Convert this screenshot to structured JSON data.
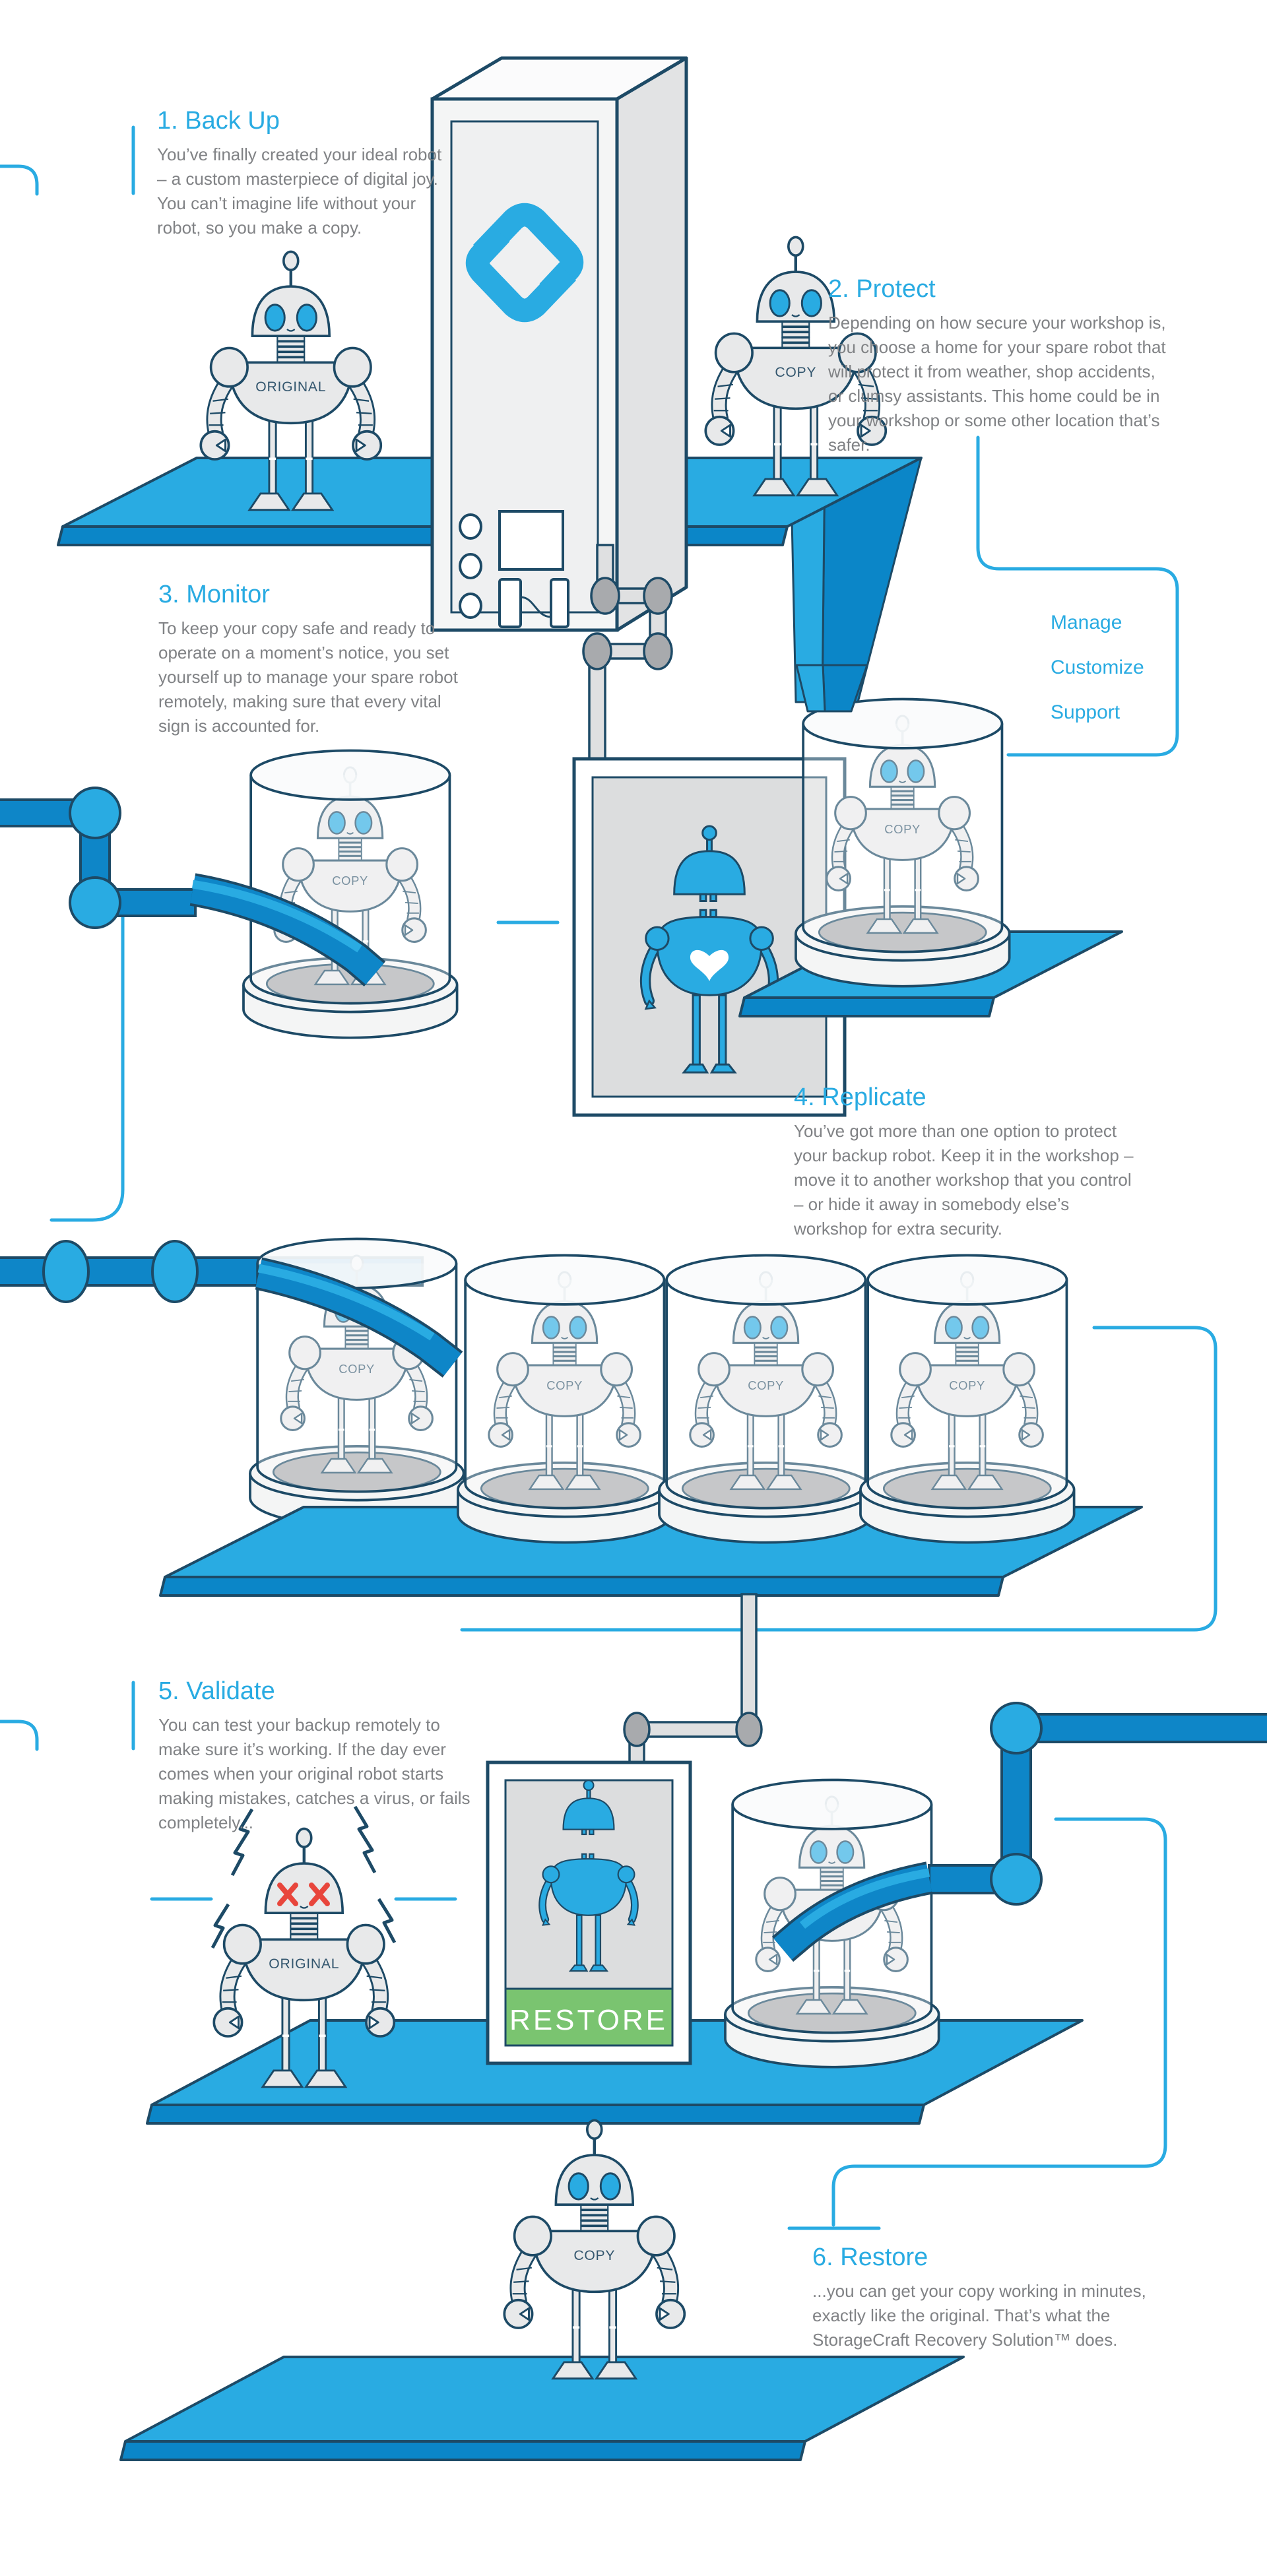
{
  "colors": {
    "accent_blue": "#29ABE2",
    "pipe_blue": "#0E86C8",
    "outline_navy": "#1D4A66",
    "body_text_gray": "#808285",
    "robot_gray": "#E8E9EA",
    "jar_floor_gray": "#A8AAAD",
    "restore_green": "#7AC470",
    "error_red": "#E8463C"
  },
  "sections": [
    {
      "id": "backup",
      "title": "1. Back Up",
      "body": "You’ve finally created your ideal robot – a custom masterpiece of digital joy. You can’t imagine life without your robot, so you make a copy."
    },
    {
      "id": "protect",
      "title": "2. Protect",
      "body": "Depending on how secure your workshop is, you choose a home for your spare robot that will protect it from weather, shop accidents, or clumsy assistants. This home could be in your workshop or some other location that’s safer."
    },
    {
      "id": "monitor",
      "title": "3. Monitor",
      "body": "To keep your copy safe and ready to operate on a moment’s notice, you set yourself up to manage your spare robot remotely, making sure that every vital sign is accounted for."
    },
    {
      "id": "replicate",
      "title": "4. Replicate",
      "body": "You’ve got more than one option to protect your backup robot. Keep it in the workshop – move it to another workshop that you control – or hide it away in somebody else’s workshop for extra security."
    },
    {
      "id": "validate",
      "title": "5. Validate",
      "body": "You can test your backup remotely to make sure it’s working. If the day ever comes when your original robot starts making mistakes, catches a virus, or fails completely..."
    },
    {
      "id": "restore",
      "title": "6. Restore",
      "body": "...you can get your copy working in minutes, exactly like the original. That’s what the StorageCraft Recovery Solution™ does."
    }
  ],
  "features": [
    "Manage",
    "Customize",
    "Support"
  ],
  "robot_labels": {
    "original": "ORIGINAL",
    "copy": "COPY"
  },
  "machine": {
    "restore_label": "RESTORE"
  },
  "logo": "storagecraft-s-icon"
}
